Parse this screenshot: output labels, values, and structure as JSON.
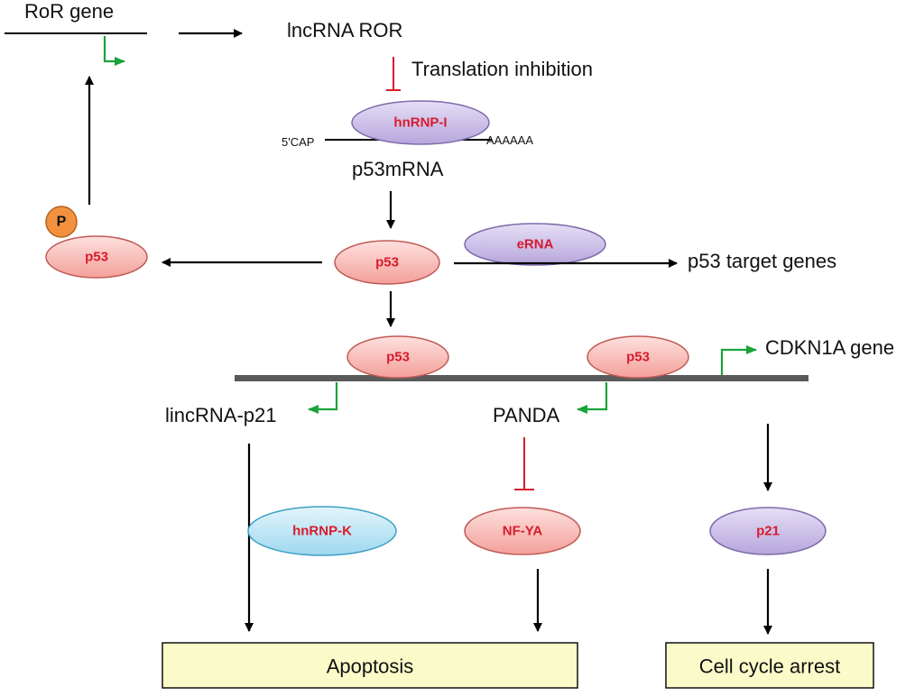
{
  "genes": {
    "ror_gene": "RoR gene",
    "cdkn1a_gene": "CDKN1A gene"
  },
  "rnas": {
    "lncrna_ror": "lncRNA ROR",
    "p53_mrna": "p53mRNA",
    "five_cap": "5'CAP",
    "poly_a": "AAAAAA",
    "lincrna_p21": "lincRNA-p21",
    "panda": "PANDA"
  },
  "annotations": {
    "translation_inhibition": "Translation inhibition",
    "p53_target_genes": "p53 target genes",
    "phospho": "P"
  },
  "nodes": {
    "hnrnp_i": "hnRNP-I",
    "p53_phospho": "p53",
    "p53_center": "p53",
    "erna": "eRNA",
    "p53_bound_left": "p53",
    "p53_bound_right": "p53",
    "hnrnp_k": "hnRNP-K",
    "nf_ya": "NF-YA",
    "p21": "p21"
  },
  "outcomes": {
    "apoptosis": "Apoptosis",
    "cell_cycle_arrest": "Cell cycle arrest"
  },
  "colors": {
    "p53_fill": "#f8b9b5",
    "purple_fill": "#cbbde8",
    "blue_fill": "#bfe6f5",
    "outcome_fill": "#fbfbc9",
    "phospho_fill": "#f3913e",
    "label_red": "#d81b2c",
    "activation_green": "#1aa33a",
    "inhibition_red": "#d81b2c"
  }
}
